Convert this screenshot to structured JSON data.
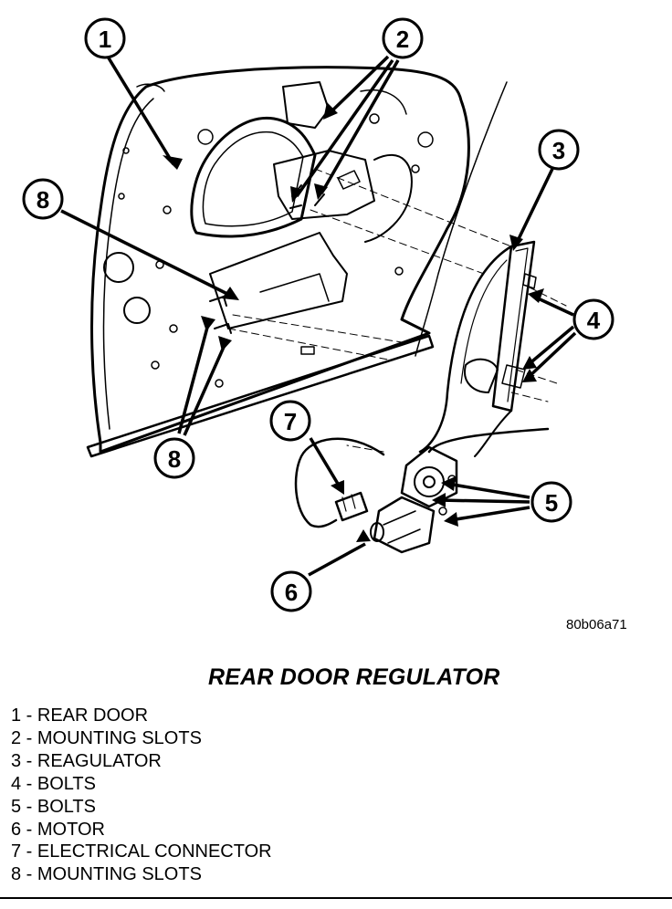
{
  "figure": {
    "code": "80b06a71",
    "title": "REAR DOOR REGULATOR"
  },
  "callouts": [
    {
      "num": "1"
    },
    {
      "num": "2"
    },
    {
      "num": "3"
    },
    {
      "num": "4"
    },
    {
      "num": "5"
    },
    {
      "num": "6"
    },
    {
      "num": "7"
    },
    {
      "num": "8"
    },
    {
      "num": "8"
    }
  ],
  "legend": [
    "1 - REAR DOOR",
    "2 - MOUNTING SLOTS",
    "3 - REAGULATOR",
    "4 - BOLTS",
    "5 - BOLTS",
    "6 - MOTOR",
    "7 - ELECTRICAL CONNECTOR",
    "8 - MOUNTING SLOTS"
  ]
}
